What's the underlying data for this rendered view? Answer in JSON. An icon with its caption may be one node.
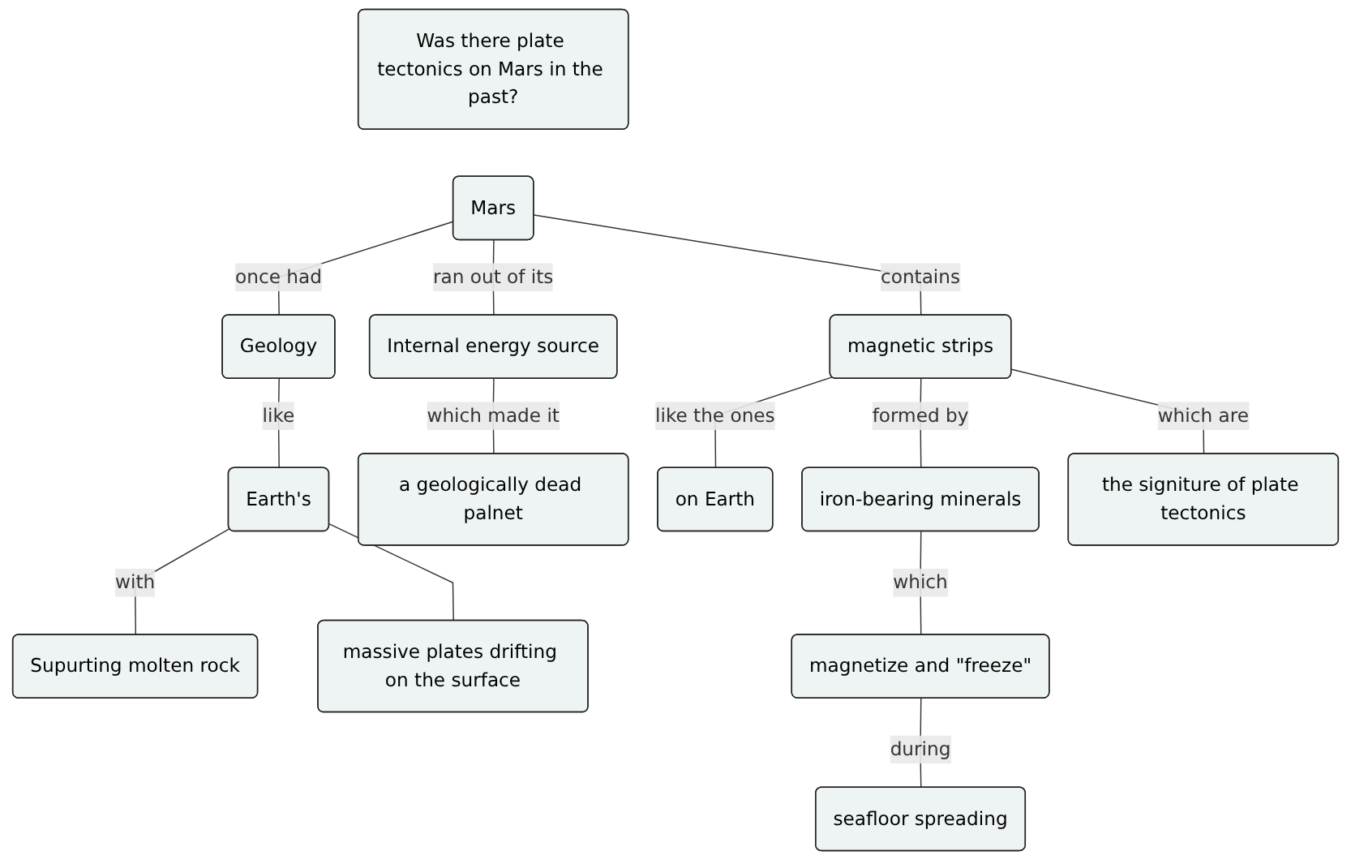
{
  "diagram": {
    "nodes": [
      {
        "text": [
          "Was there plate tectonics on Mars in the past?"
        ]
      },
      {
        "text": [
          "Mars"
        ]
      },
      {
        "text": [
          "Geology"
        ]
      },
      {
        "text": [
          "Internal energy source"
        ]
      },
      {
        "text": [
          "magnetic strips"
        ]
      },
      {
        "text": [
          "Earth's"
        ]
      },
      {
        "text": [
          "a geologically dead palnet"
        ]
      },
      {
        "text": [
          "on Earth"
        ]
      },
      {
        "text": [
          "iron-bearing minerals"
        ]
      },
      {
        "text": [
          "the signiture of plate tectonics"
        ]
      },
      {
        "text": [
          "Supurting molten rock"
        ]
      },
      {
        "text": [
          "massive plates drifting on the surface"
        ]
      },
      {
        "text": [
          "magnetize and \"freeze\""
        ]
      },
      {
        "text": [
          "seafloor spreading"
        ]
      }
    ],
    "edges": [
      {
        "from": 1,
        "to": 2,
        "arrow": "none",
        "label": "once had"
      },
      {
        "from": 1,
        "to": 3,
        "arrow": "none",
        "label": "ran out of its"
      },
      {
        "from": 1,
        "to": 4,
        "arrow": "none",
        "label": "contains"
      },
      {
        "from": 2,
        "to": 5,
        "arrow": "none",
        "label": "like"
      },
      {
        "from": 3,
        "to": 6,
        "arrow": "none",
        "label": "which made it"
      },
      {
        "from": 4,
        "to": 7,
        "arrow": "none",
        "label": "like the ones"
      },
      {
        "from": 4,
        "to": 8,
        "arrow": "none",
        "label": "formed by"
      },
      {
        "from": 4,
        "to": 9,
        "arrow": "none",
        "label": "which are"
      },
      {
        "from": 5,
        "to": 10,
        "arrow": "none",
        "label": "with"
      },
      {
        "from": 5,
        "to": 11,
        "arrow": "none"
      },
      {
        "from": 8,
        "to": 12,
        "arrow": "none",
        "label": "which"
      },
      {
        "from": 12,
        "to": 13,
        "arrow": "none",
        "label": "during"
      }
    ]
  }
}
